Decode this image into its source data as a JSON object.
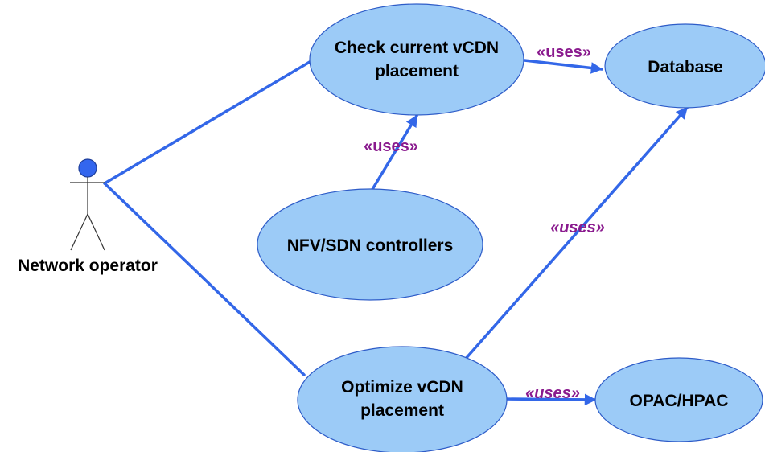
{
  "diagram": {
    "actor": {
      "label": "Network operator"
    },
    "use_cases": {
      "check_placement": {
        "line1": "Check current vCDN",
        "line2": "placement"
      },
      "database": {
        "label": "Database"
      },
      "nfv_sdn": {
        "label": "NFV/SDN controllers"
      },
      "optimize_placement": {
        "line1": "Optimize vCDN",
        "line2": "placement"
      },
      "opac_hpac": {
        "label": "OPAC/HPAC"
      }
    },
    "relations": {
      "check_to_database": "«uses»",
      "nfv_to_check": "«uses»",
      "optimize_to_database": "«uses»",
      "optimize_to_opac": "«uses»"
    },
    "colors": {
      "use_case_fill": "#9ccbf7",
      "line": "#3367e8",
      "stereotype_text": "#8a1a8e",
      "actor_head": "#3366ee"
    }
  }
}
